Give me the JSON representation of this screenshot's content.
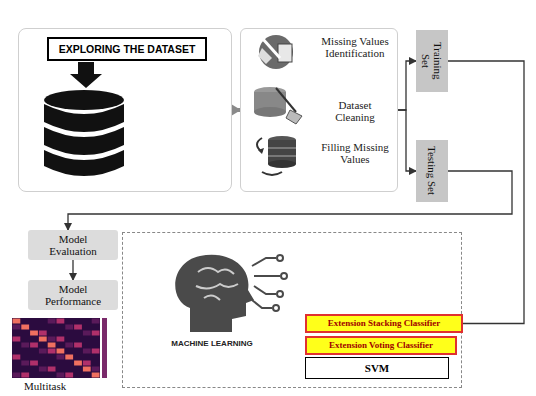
{
  "diagram": {
    "nodes": [
      {
        "text": [
          "EXPLORING THE DATASET"
        ]
      },
      {
        "text": [
          "Missing Values Identification",
          "Dataset Cleaning",
          "Filling Missing Values"
        ]
      },
      {
        "text": [
          "Training Set"
        ]
      },
      {
        "text": [
          "Testing Set"
        ]
      },
      {
        "text": [
          "Model Evaluation"
        ]
      },
      {
        "text": [
          "Model Performance"
        ]
      },
      {
        "text": [
          "MACHINE LEARNING"
        ]
      },
      {
        "text": [
          "Extension Stacking Classifier"
        ],
        "in": 6
      },
      {
        "text": [
          "Extension Voting Classifier"
        ],
        "in": 6
      },
      {
        "text": [
          "SVM"
        ],
        "in": 6
      }
    ],
    "edges": [
      {
        "from": 0,
        "to": 1,
        "arrow": "to"
      },
      {
        "from": 1,
        "to": 2,
        "arrow": "to"
      },
      {
        "from": 1,
        "to": 3,
        "arrow": "to"
      },
      {
        "from": 3,
        "to": 4,
        "arrow": "to"
      },
      {
        "from": 4,
        "to": 5,
        "arrow": "to"
      },
      {
        "from": 2,
        "to": 7,
        "arrow": "none"
      }
    ],
    "labels": [
      "Multitask"
    ]
  }
}
